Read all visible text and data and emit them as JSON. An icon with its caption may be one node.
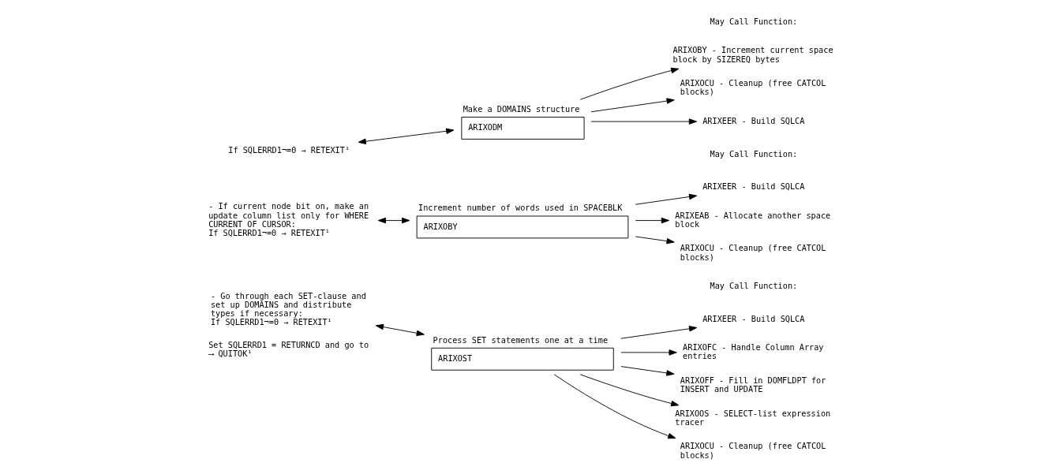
{
  "diagram": {
    "nodes": [
      {
        "text": [
          "If SQLERRD1¬=0 → RETEXIT¹"
        ]
      },
      {
        "text": [
          "ARIXODM"
        ],
        "beside": [
          "Make a DOMAINS structure"
        ]
      },
      {
        "text": [
          "ARIXOBY - Increment current space block by SIZEREQ bytes"
        ]
      },
      {
        "text": [
          "ARIXOCU - Cleanup (free CATCOL blocks)"
        ]
      },
      {
        "text": [
          "ARIXEER - Build SQLCA"
        ]
      },
      {
        "text": [
          "- If current node bit on, make an update column list only for WHERE CURRENT OF CURSOR:",
          "If SQLERRD1¬=0 → RETEXIT¹"
        ]
      },
      {
        "text": [
          "ARIXOBY"
        ],
        "beside": [
          "Increment number of words used in SPACEBLK"
        ]
      },
      {
        "text": [
          "ARIXEER - Build SQLCA"
        ]
      },
      {
        "text": [
          "ARIXEAB - Allocate another space block"
        ]
      },
      {
        "text": [
          "ARIXOCU - Cleanup (free CATCOL blocks)"
        ]
      },
      {
        "text": [
          "- Go through each SET-clause and set up DOMAINS and distribute types if necessary:",
          "If SQLERRD1¬=0 → RETEXIT¹"
        ]
      },
      {
        "text": [
          "ARIXOST"
        ],
        "beside": [
          "Process SET statements one at a time"
        ]
      },
      {
        "text": [
          "ARIXEER - Build SQLCA"
        ]
      },
      {
        "text": [
          "ARIXOFC - Handle Column Array entries"
        ]
      },
      {
        "text": [
          "ARIXOFF - Fill in DOMFLDPT for INSERT and UPDATE"
        ]
      },
      {
        "text": [
          "ARIXOOS - SELECT-list expression tracer"
        ]
      },
      {
        "text": [
          "ARIXOCU - Cleanup (free CATCOL blocks)"
        ]
      }
    ],
    "edges": [
      {
        "from": 0,
        "to": 1,
        "arrow": "both"
      },
      {
        "from": 1,
        "to": 2,
        "arrow": "to"
      },
      {
        "from": 1,
        "to": 3,
        "arrow": "to"
      },
      {
        "from": 1,
        "to": 4,
        "arrow": "to"
      },
      {
        "from": 5,
        "to": 6,
        "arrow": "both"
      },
      {
        "from": 6,
        "to": 7,
        "arrow": "to"
      },
      {
        "from": 6,
        "to": 8,
        "arrow": "to"
      },
      {
        "from": 6,
        "to": 9,
        "arrow": "to"
      },
      {
        "from": 10,
        "to": 11,
        "arrow": "both"
      },
      {
        "from": 11,
        "to": 12,
        "arrow": "to"
      },
      {
        "from": 11,
        "to": 13,
        "arrow": "to"
      },
      {
        "from": 11,
        "to": 14,
        "arrow": "to"
      },
      {
        "from": 11,
        "to": 15,
        "arrow": "to"
      },
      {
        "from": 11,
        "to": 16,
        "arrow": "to"
      }
    ],
    "labels": [
      "May Call Function:",
      "May Call Function:",
      "May Call Function:",
      "Set SQLERRD1 = RETURNCD and go to ⟶ QUITOK¹"
    ]
  }
}
